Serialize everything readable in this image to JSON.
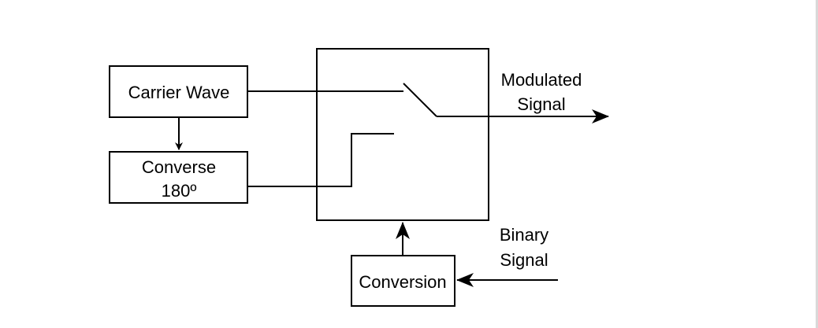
{
  "diagram": {
    "blocks": {
      "carrier_wave": {
        "label": "Carrier Wave"
      },
      "converse": {
        "line1": "Converse",
        "line2": "180º"
      },
      "conversion": {
        "label": "Conversion"
      }
    },
    "outputs": {
      "modulated_signal": {
        "line1": "Modulated",
        "line2": "Signal"
      }
    },
    "inputs": {
      "binary_signal": {
        "line1": "Binary",
        "line2": "Signal"
      }
    },
    "colors": {
      "stroke": "#000000",
      "background": "#ffffff"
    }
  }
}
